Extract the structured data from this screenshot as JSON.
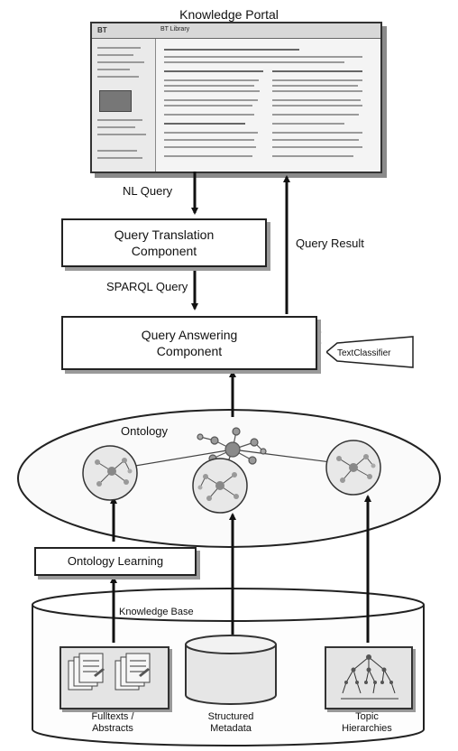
{
  "portal": {
    "title": "Knowledge Portal",
    "brand": "BT",
    "library": "BT Library"
  },
  "labels": {
    "nl_query": "NL Query",
    "sparql_query": "SPARQL Query",
    "query_result": "Query Result",
    "ontology": "Ontology",
    "knowledge_base": "Knowledge Base"
  },
  "components": {
    "query_translation": [
      "Query Translation",
      "Component"
    ],
    "query_answering": [
      "Query Answering",
      "Component"
    ],
    "ontology_learning": "Ontology Learning",
    "text_classifier": "TextClassifier"
  },
  "kb_sources": {
    "fulltexts": [
      "Fulltexts /",
      "Abstracts"
    ],
    "structured": [
      "Structured",
      "Metadata"
    ],
    "topics": [
      "Topic",
      "Hierarchies"
    ]
  }
}
